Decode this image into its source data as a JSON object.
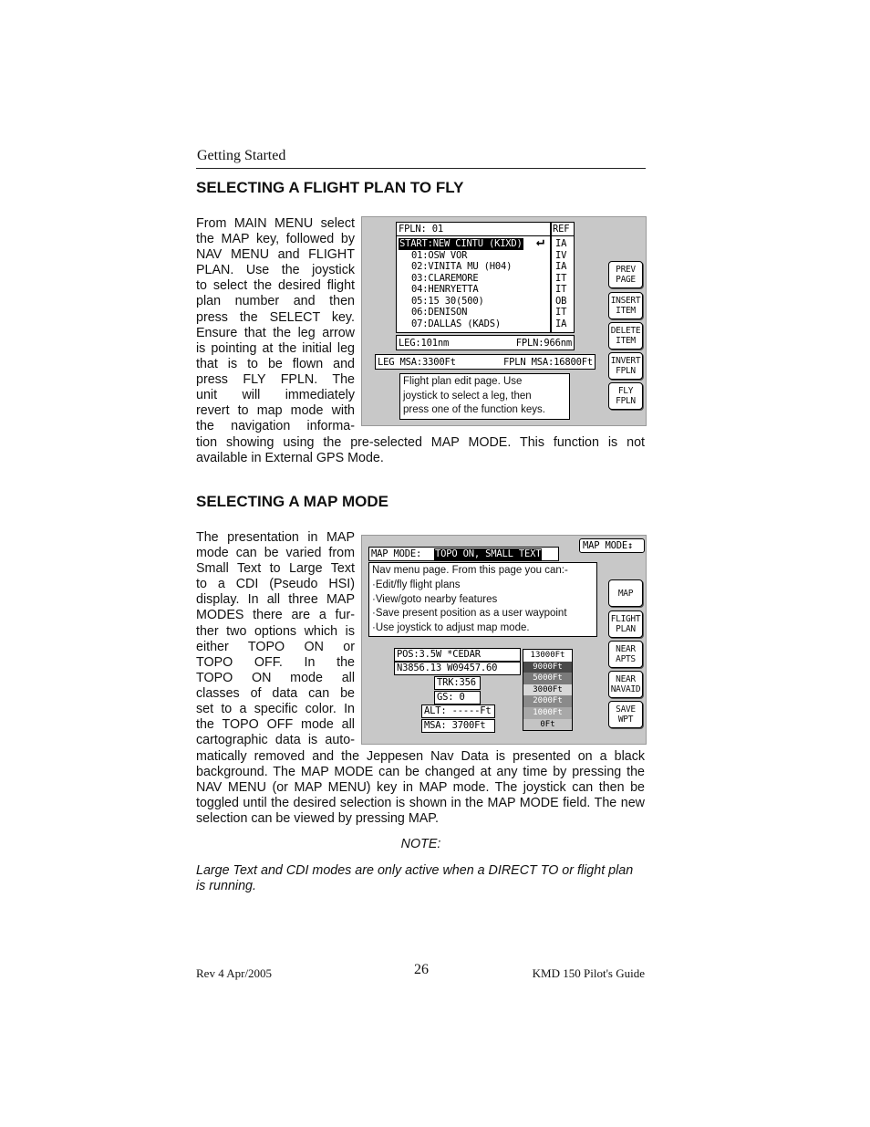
{
  "header": {
    "section": "Getting Started"
  },
  "section1": {
    "title": "SELECTING A FLIGHT PLAN TO FLY",
    "para_lines": [
      "From MAIN MENU select",
      "the MAP key, followed by",
      "NAV MENU and FLIGHT",
      "PLAN.  Use the joystick",
      "to select the desired flight",
      "plan number and then",
      "press the SELECT key.",
      "Ensure that the leg arrow",
      "is pointing at the initial leg",
      "that is to be flown and",
      "press FLY FPLN.  The",
      "unit will immediately",
      "revert to map mode with",
      "the navigation informa-"
    ],
    "para_tail": "tion showing using the pre-selected MAP MODE. This function is not available in External GPS Mode."
  },
  "screen1": {
    "fpln_label": "FPLN: 01",
    "ref_label": "REF",
    "start_row": "START:NEW CINTU (KIXD)",
    "rows": [
      {
        "name": "01:OSW VOR",
        "ref": "IV"
      },
      {
        "name": "02:VINITA MU (H04)",
        "ref": "IA"
      },
      {
        "name": "03:CLAREMORE",
        "ref": "IT"
      },
      {
        "name": "04:HENRYETTA",
        "ref": "IT"
      },
      {
        "name": "05:15 30(500)",
        "ref": "OB"
      },
      {
        "name": "06:DENISON",
        "ref": "IT"
      },
      {
        "name": "07:DALLAS    (KADS)",
        "ref": "IA"
      }
    ],
    "start_ref": "IA",
    "leg": "LEG:101nm",
    "fpln_dist": "FPLN:966nm",
    "leg_msa": "LEG MSA:3300Ft",
    "fpln_msa": "FPLN MSA:16800Ft",
    "help": [
      "Flight plan edit page. Use",
      "joystick to select a leg, then",
      "press one of the function keys."
    ],
    "buttons": [
      {
        "l1": "PREV",
        "l2": "PAGE"
      },
      {
        "l1": "INSERT",
        "l2": "ITEM"
      },
      {
        "l1": "DELETE",
        "l2": "ITEM"
      },
      {
        "l1": "INVERT",
        "l2": "FPLN"
      },
      {
        "l1": "FLY",
        "l2": "FPLN"
      }
    ]
  },
  "section2": {
    "title": "SELECTING A MAP MODE",
    "para_lines": [
      "The presentation in MAP",
      "mode can be varied from",
      "Small Text to Large Text",
      "to a CDI (Pseudo HSI)",
      "display.  In all three MAP",
      "MODES there are a fur-",
      "ther two options which is",
      "either TOPO ON or",
      "TOPO OFF.  In the",
      "TOPO ON mode all",
      "classes of data can be",
      "set to a specific color.  In",
      "the TOPO OFF mode all",
      "cartographic data is auto-"
    ],
    "para_tail": "matically removed and the Jeppesen Nav Data is presented on a black background.  The MAP MODE can be changed at any time by pressing the NAV MENU (or MAP MENU) key in MAP mode.  The joystick can then be toggled until the desired selection is shown in the MAP MODE field.  The new selection can be viewed by pressing MAP."
  },
  "screen2": {
    "map_mode_label": "MAP MODE:",
    "map_mode_value": "TOPO ON, SMALL TEXT",
    "map_mode_btn": "MAP MODE↕",
    "menu_lines": [
      "Nav menu page. From this page you can:-",
      "·Edit/fly flight plans",
      "·View/goto nearby features",
      "·Save present position as a user waypoint",
      "·Use joystick to adjust map mode."
    ],
    "pos": "POS:3.5W *CEDAR",
    "coords": "N3856.13 W09457.60",
    "trk": "TRK:356",
    "gs": "GS:  0",
    "alt": "ALT: -----Ft",
    "msa": "MSA: 3700Ft",
    "altitudes": [
      "13000Ft",
      "9000Ft",
      "5000Ft",
      "3000Ft",
      "2000Ft",
      "1000Ft",
      "0Ft"
    ],
    "buttons": [
      {
        "l1": "MAP",
        "l2": ""
      },
      {
        "l1": "FLIGHT",
        "l2": "PLAN"
      },
      {
        "l1": "NEAR",
        "l2": "APTS"
      },
      {
        "l1": "NEAR",
        "l2": "NAVAID"
      },
      {
        "l1": "SAVE",
        "l2": "WPT"
      }
    ]
  },
  "note": {
    "label": "NOTE:",
    "text": "Large Text and CDI modes are only active when a DIRECT TO or flight plan is running."
  },
  "footer": {
    "rev": "Rev 4  Apr/2005",
    "page": "26",
    "guide": "KMD 150 Pilot's Guide"
  },
  "colors": {
    "screen_bg": "#c8c8c8",
    "ink": "#000000"
  }
}
